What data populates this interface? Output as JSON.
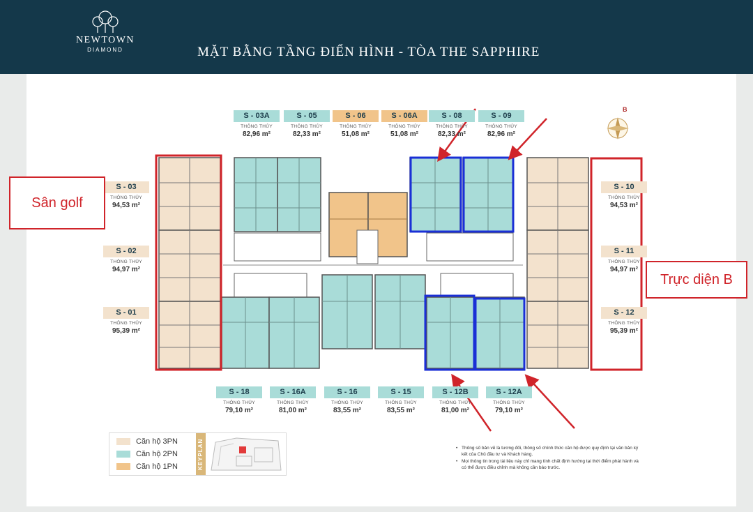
{
  "header": {
    "logo_brand": "NEWTOWN",
    "logo_sub": "DIAMOND",
    "title": "MẶT BẰNG TẦNG ĐIỂN HÌNH - TÒA THE SAPPHIRE"
  },
  "unit_sub_label": "THÔNG THỦY",
  "units": {
    "s03a": {
      "code": "S - 03A",
      "area": "82,96 m²"
    },
    "s05": {
      "code": "S - 05",
      "area": "82,33 m²"
    },
    "s06": {
      "code": "S - 06",
      "area": "51,08 m²"
    },
    "s06a": {
      "code": "S - 06A",
      "area": "51,08 m²"
    },
    "s08": {
      "code": "S - 08",
      "area": "82,33 m²"
    },
    "s09": {
      "code": "S - 09",
      "area": "82,96 m²"
    },
    "s03": {
      "code": "S - 03",
      "area": "94,53 m²"
    },
    "s02": {
      "code": "S - 02",
      "area": "94,97 m²"
    },
    "s01": {
      "code": "S - 01",
      "area": "95,39 m²"
    },
    "s10": {
      "code": "S - 10",
      "area": "94,53 m²"
    },
    "s11": {
      "code": "S - 11",
      "area": "94,97 m²"
    },
    "s12": {
      "code": "S - 12",
      "area": "95,39 m²"
    },
    "s18": {
      "code": "S - 18",
      "area": "79,10 m²"
    },
    "s16a": {
      "code": "S - 16A",
      "area": "81,00 m²"
    },
    "s16": {
      "code": "S - 16",
      "area": "83,55 m²"
    },
    "s15": {
      "code": "S - 15",
      "area": "83,55 m²"
    },
    "s12b": {
      "code": "S - 12B",
      "area": "81,00 m²"
    },
    "s12a": {
      "code": "S - 12A",
      "area": "79,10 m²"
    }
  },
  "legend": {
    "items": [
      {
        "label": "Căn hộ 3PN",
        "color": "#f3e2cd"
      },
      {
        "label": "Căn hộ 2PN",
        "color": "#a9dcd8"
      },
      {
        "label": "Căn hộ 1PN",
        "color": "#f1c48a"
      }
    ],
    "keyplan_label": "KEYPLAN"
  },
  "compass_label": "B",
  "notes": [
    "Thông số bản vẽ là tương đối, thông số chính thức căn hộ được quy định tại văn bản ký kết của Chủ đầu tư và Khách hàng.",
    "Mọi thông tin trong tài liệu này chỉ mang tính chất định hướng tại thời điểm phát hành và có thể được điều chỉnh mà không cần báo trước."
  ],
  "annotations": {
    "left_label": "Sân golf",
    "right_label": "Trực diện B"
  },
  "colors": {
    "header_bg": "#14384a",
    "unit_3pn": "#f3e2cd",
    "unit_2pn": "#a9dcd8",
    "unit_1pn": "#f1c48a",
    "annotation_red": "#d0242a",
    "annotation_blue": "#1a2fd6"
  }
}
